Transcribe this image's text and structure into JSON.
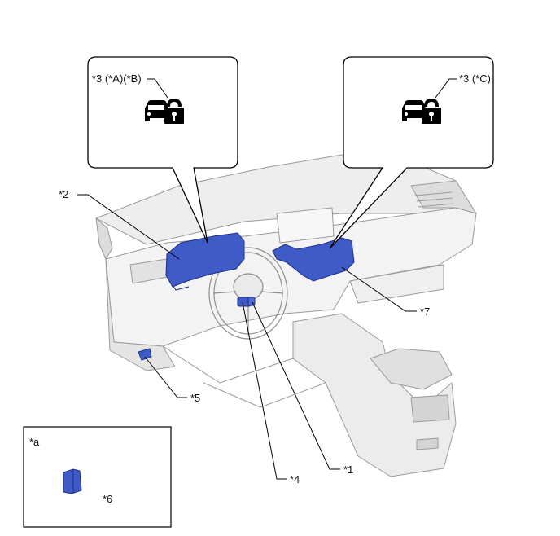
{
  "callouts": {
    "c1": "*1",
    "c2": "*2",
    "c3_left": "*3 (*A)(*B)",
    "c3_right": "*3 (*C)",
    "c4": "*4",
    "c5": "*5",
    "c6": "*6",
    "c7": "*7",
    "inset_a": "*a"
  },
  "icons": {
    "left": "door-lock-icon",
    "right": "door-lock-icon"
  },
  "colors": {
    "highlight": "#3f5bc8",
    "highlight_dark": "#1f2f86",
    "outline": "#000000",
    "body_line": "#8a8a8a",
    "body_fill": "#ededed"
  }
}
